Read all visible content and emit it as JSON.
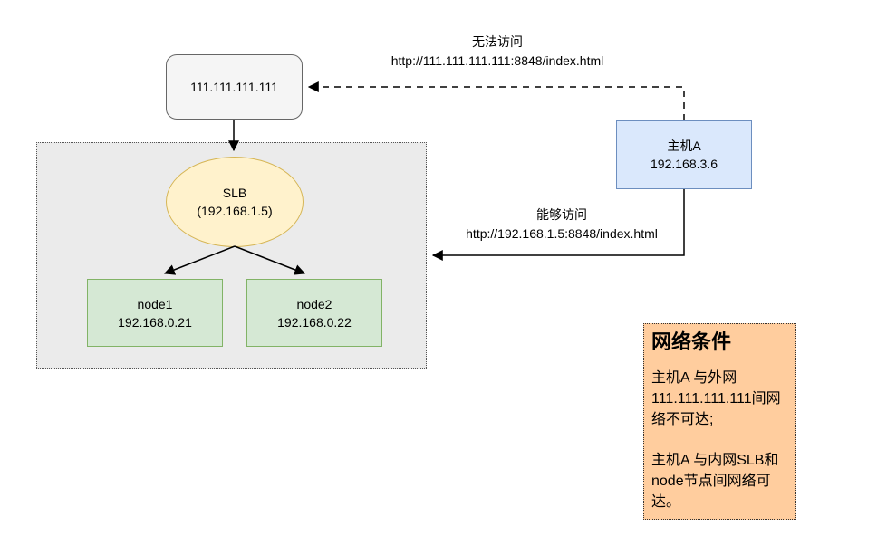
{
  "diagram": {
    "external": {
      "ip": "111.111.111.111"
    },
    "slb": {
      "name": "SLB",
      "ip": "(192.168.1.5)"
    },
    "node1": {
      "name": "node1",
      "ip": "192.168.0.21"
    },
    "node2": {
      "name": "node2",
      "ip": "192.168.0.22"
    },
    "hostA": {
      "name": "主机A",
      "ip": "192.168.3.6"
    },
    "edges": {
      "blocked": {
        "label": "无法访问",
        "url": "http://111.111.111.111:8848/index.html"
      },
      "allowed": {
        "label": "能够访问",
        "url": "http://192.168.1.5:8848/index.html"
      }
    },
    "note": {
      "title": "网络条件",
      "para1": "主机A 与外网\n111.111.111.111间网\n络不可达;",
      "para2": "主机A 与内网SLB和\nnode节点间网络可\n达。"
    },
    "colors": {
      "external_fill": "#f5f5f5",
      "external_border": "#666666",
      "container_fill": "#ebebeb",
      "container_border": "#555555",
      "slb_fill": "#fff2cc",
      "slb_border": "#d6b656",
      "node_fill": "#d5e8d4",
      "node_border": "#82b366",
      "host_fill": "#dae8fc",
      "host_border": "#6c8ebf",
      "note_fill": "#ffcd9e",
      "note_border": "#333333",
      "arrow": "#000000"
    }
  }
}
